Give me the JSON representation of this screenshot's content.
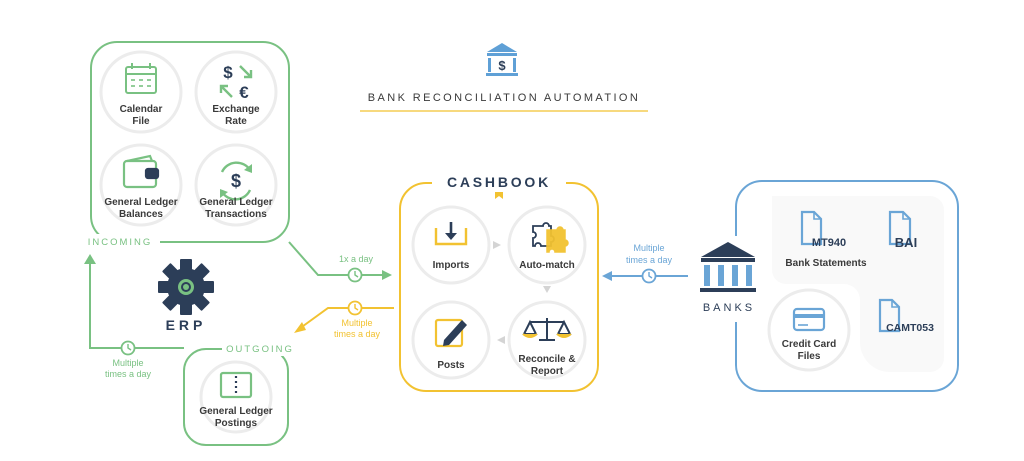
{
  "header": {
    "title": "BANK RECONCILIATION AUTOMATION"
  },
  "erp": {
    "label": "ERP",
    "incoming_label": "INCOMING",
    "outgoing_label": "OUTGOING",
    "incoming_tiles": [
      {
        "line1": "Calendar",
        "line2": "File",
        "icon": "calendar-icon"
      },
      {
        "line1": "Exchange",
        "line2": "Rate",
        "icon": "currency-exchange-icon"
      },
      {
        "line1": "General Ledger",
        "line2": "Balances",
        "icon": "wallet-icon"
      },
      {
        "line1": "General Ledger",
        "line2": "Transactions",
        "icon": "dollar-cycle-icon"
      }
    ],
    "outgoing_tile": {
      "line1": "General Ledger",
      "line2": "Postings",
      "icon": "ledger-book-icon"
    },
    "outgoing_freq": {
      "line1": "Multiple",
      "line2": "times a day"
    }
  },
  "cashbook": {
    "title": "CASHBOOK",
    "steps": [
      {
        "label": "Imports",
        "icon": "import-tray-icon"
      },
      {
        "label": "Auto-match",
        "icon": "puzzle-icon"
      },
      {
        "label": "Reconcile &",
        "label2": "Report",
        "icon": "scales-icon"
      },
      {
        "label": "Posts",
        "icon": "edit-document-icon"
      }
    ]
  },
  "flows": {
    "erp_to_cashbook": "1x a day",
    "cashbook_to_erp": {
      "line1": "Multiple",
      "line2": "times a day"
    },
    "banks_to_cashbook": {
      "line1": "Multiple",
      "line2": "times a day"
    }
  },
  "banks": {
    "label": "BANKS",
    "formats": [
      "MT940",
      "BAI",
      "CAMT053"
    ],
    "statements_label": "Bank Statements",
    "credit_card": {
      "line1": "Credit Card",
      "line2": "Files"
    }
  },
  "colors": {
    "green": "#79c182",
    "yellow": "#f2c231",
    "blue": "#6aa5d6",
    "dark": "#2c3e58",
    "text": "#3a3a3a"
  }
}
